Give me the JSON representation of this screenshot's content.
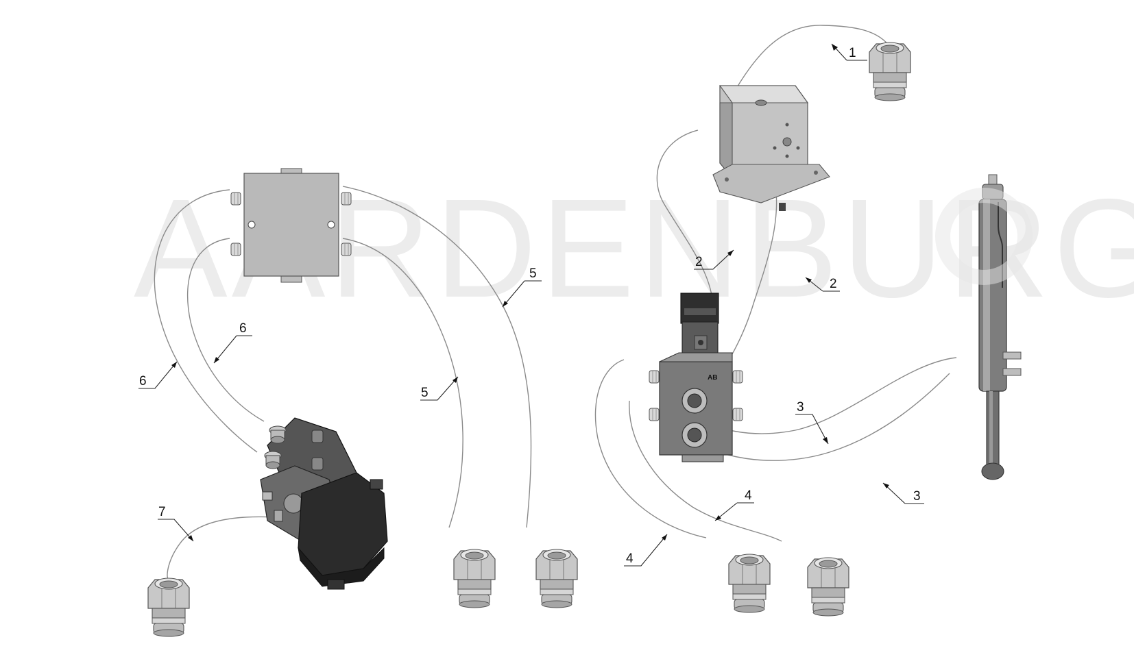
{
  "watermark": {
    "text": "AARDENBURG",
    "icon": "gear-icon"
  },
  "labels": {
    "l1": "1",
    "l2a": "2",
    "l2b": "2",
    "l3a": "3",
    "l3b": "3",
    "l4a": "4",
    "l4b": "4",
    "l5a": "5",
    "l5b": "5",
    "l6a": "6",
    "l6b": "6",
    "l7": "7"
  },
  "colors": {
    "hose": "#8a8a8a",
    "metal": "#b9b9b9",
    "dark": "#2a2a2a",
    "watermark": "#ececec"
  }
}
